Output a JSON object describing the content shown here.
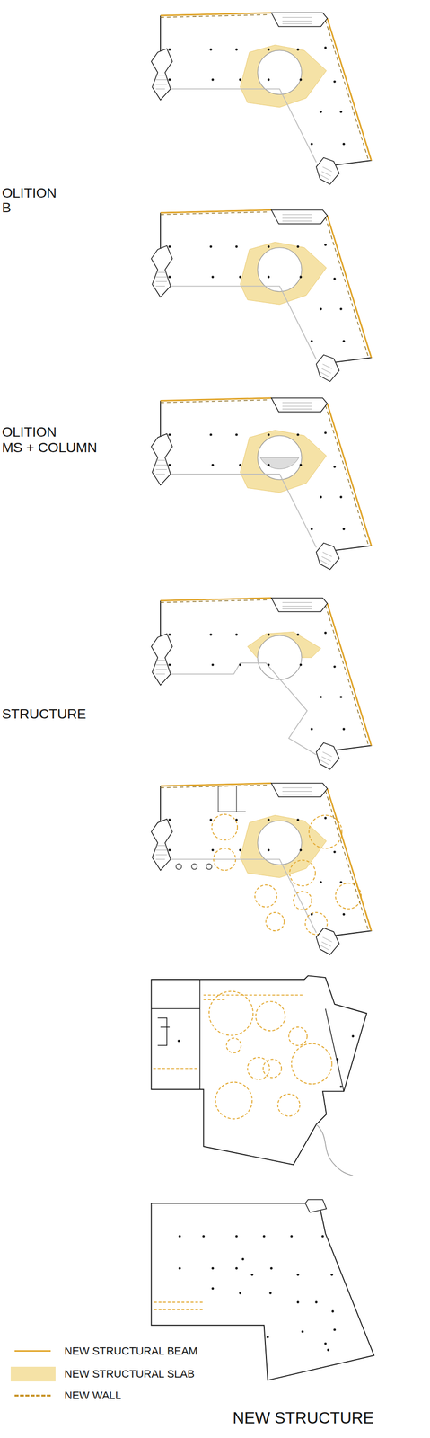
{
  "diagram": {
    "title": "NEW STRUCTURE",
    "labels": [
      "OLITION",
      "B",
      "OLITION",
      "MS + COLUMN",
      "STRUCTURE"
    ],
    "legend": [
      {
        "text": "NEW STRUCTURAL BEAM"
      },
      {
        "text": "NEW STRUCTURAL SLAB",
        "color": "#f5e2a6"
      },
      {
        "text": "NEW WALL"
      }
    ]
  }
}
